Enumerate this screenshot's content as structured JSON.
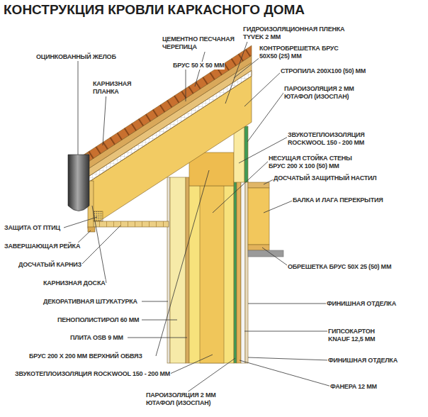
{
  "diagram": {
    "title": "КОНСТРУКЦИЯ КРОВЛИ КАРКАСНОГО ДОМА",
    "labels": [
      "ГИДРОИЗОЛЯЦИОННАЯ ПЛЕНКА TYVEK 2 ММ",
      "ЦЕМЕНТНО ПЕСЧАНАЯ ЧЕРЕПИЦА",
      "КОНТРОБРЕШЕТКА БРУС 50Х50 (25) ММ",
      "ОЦИНКОВАННЫЙ ЖЕЛОБ",
      "КАРНИЗНАЯ ПЛАНКА",
      "БРУС 50 Х 50 ММ",
      "СТРОПИЛА 200Х100 (50) ММ",
      "ПАРОИЗОЛЯЦИЯ 2 ММ ЮТАФОЛ (ИЗОСПАН)",
      "ЗВУКОТЕПЛОИЗОЛЯЦИЯ ROCKWOOL 150 - 200 ММ",
      "НЕСУЩАЯ СТОЙКА СТЕНЫ БРУС 200 Х 100 (50) ММ",
      "ДОСЧАТЫЙ ЗАЩИТНЫЙ НАСТИЛ",
      "БАЛКА И ЛАГА ПЕРЕКРЫТИЯ",
      "ЗАЩИТА ОТ ПТИЦ",
      "ЗАВЕРШАЮЩАЯ РЕЙКА",
      "ДОСЧАТЫЙ КАРНИЗ",
      "ОБРЕШЕТКА БРУС 50Х 25 (50) ММ",
      "КАРНИЗНАЯ ДОСКА",
      "ДЕКОРАТИВНАЯ ШТУКАТУРКА",
      "ФИНИШНАЯ ОТДЕЛКА",
      "ПЕНОПОЛИСТИРОЛ 60 ММ",
      "ГИПСОКАРТОН KNAUF 12,5 ММ",
      "ПЛИТА OSB 9 ММ",
      "ФИНИШНАЯ ОТДЕЛКА",
      "БРУС 200 Х 200 ММ ВЕРХНИЙ ОБВЯЗ",
      "ЗВУКОТЕПЛОИЗОЛЯЦИЯ ROCKWOOL 150 - 200 ММ",
      "ФАНЕРА 12 ММ",
      "ПАРОИЗОЛЯЦИЯ 2 ММ ЮТАФОЛ (ИЗОСПАН)"
    ]
  }
}
